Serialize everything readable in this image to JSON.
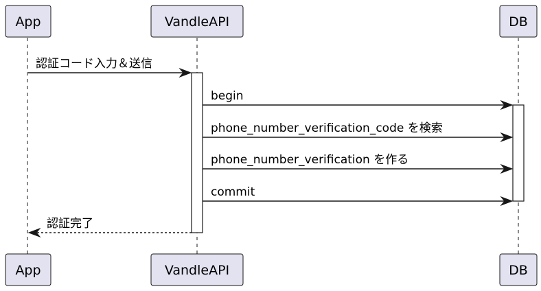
{
  "participants": [
    {
      "id": "app",
      "label": "App"
    },
    {
      "id": "api",
      "label": "VandleAPI"
    },
    {
      "id": "db",
      "label": "DB"
    }
  ],
  "messages": [
    {
      "from": "app",
      "to": "api",
      "label": "認証コード入力＆送信",
      "style": "solid"
    },
    {
      "from": "api",
      "to": "db",
      "label": "begin",
      "style": "solid"
    },
    {
      "from": "api",
      "to": "db",
      "label": "phone_number_verification_code を検索",
      "style": "solid"
    },
    {
      "from": "api",
      "to": "db",
      "label": "phone_number_verification を作る",
      "style": "solid"
    },
    {
      "from": "api",
      "to": "db",
      "label": "commit",
      "style": "solid"
    },
    {
      "from": "api",
      "to": "app",
      "label": "認証完了",
      "style": "dashed"
    }
  ],
  "colors": {
    "participant_fill": "#e2e2f0",
    "line": "#181818",
    "activation_fill": "#ffffff"
  }
}
